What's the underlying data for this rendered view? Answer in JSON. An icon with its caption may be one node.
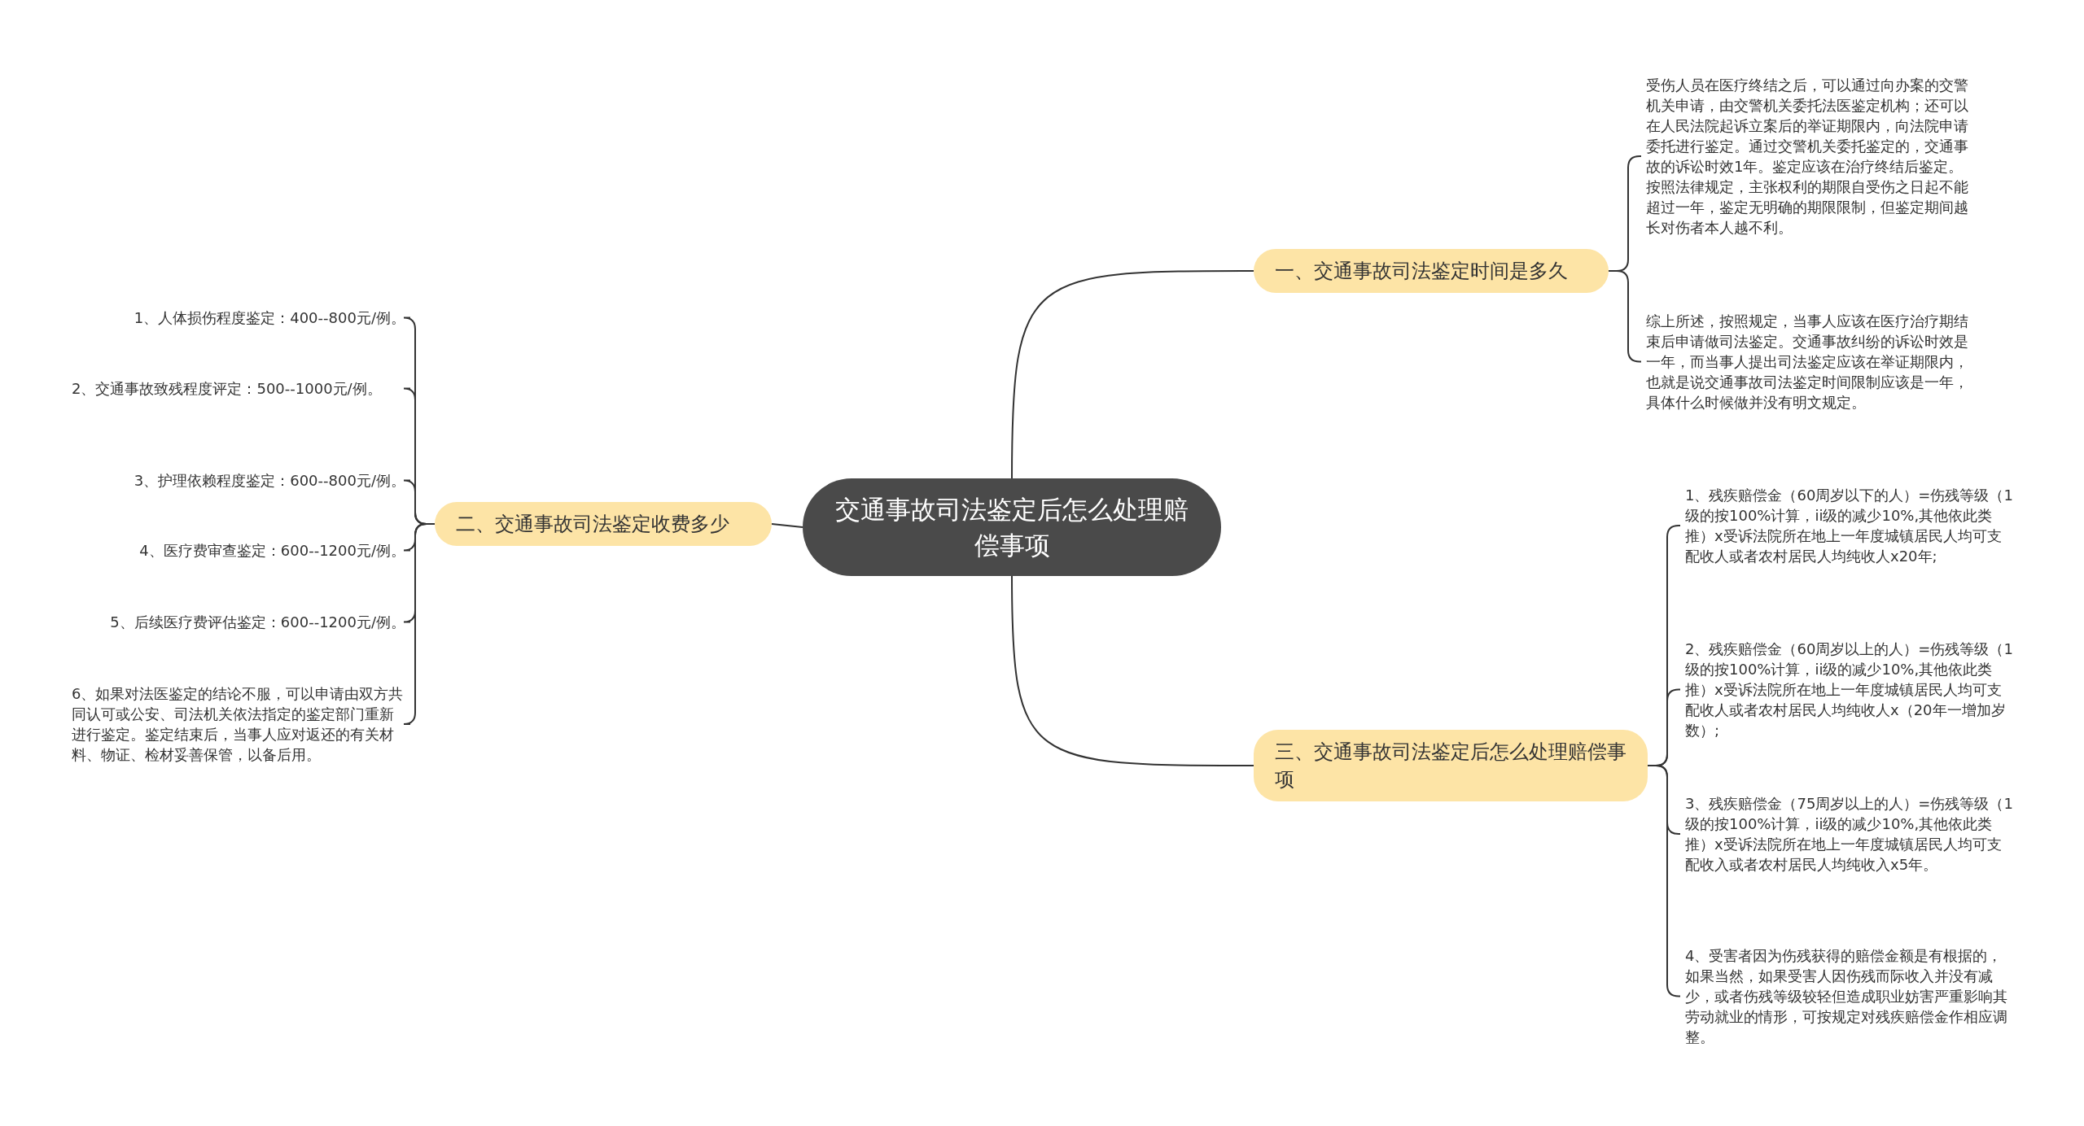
{
  "diagram": {
    "nodes": [
      {
        "text": [
          "交通事故司法鉴定后怎么处理赔偿事项"
        ]
      },
      {
        "text": [
          "一、交通事故司法鉴定时间是多久"
        ]
      },
      {
        "text": [
          "受伤人员在医疗终结之后，可以通过向办案的交警机关申请，由交警机关委托法医鉴定机构；还可以在人民法院起诉立案后的举证期限内，向法院申请委托进行鉴定。通过交警机关委托鉴定的，交通事故的诉讼时效1年。鉴定应该在治疗终结后鉴定。按照法律规定，主张权利的期限自受伤之日起不能超过一年，鉴定无明确的期限限制，但鉴定期间越长对伤者本人越不利。"
        ]
      },
      {
        "text": [
          "综上所述，按照规定，当事人应该在医疗治疗期结束后申请做司法鉴定。交通事故纠纷的诉讼时效是一年，而当事人提出司法鉴定应该在举证期限内，也就是说交通事故司法鉴定时间限制应该是一年，具体什么时候做并没有明文规定。"
        ]
      },
      {
        "text": [
          "二、交通事故司法鉴定收费多少"
        ]
      },
      {
        "text": [
          "1、人体损伤程度鉴定：400--800元/例。"
        ]
      },
      {
        "text": [
          "2、交通事故致残程度评定：500--1000元/例。"
        ]
      },
      {
        "text": [
          "3、护理依赖程度鉴定：600--800元/例。"
        ]
      },
      {
        "text": [
          "4、医疗费审查鉴定：600--1200元/例。"
        ]
      },
      {
        "text": [
          "5、后续医疗费评估鉴定：600--1200元/例。"
        ]
      },
      {
        "text": [
          "6、如果对法医鉴定的结论不服，可以申请由双方共同认可或公安、司法机关依法指定的鉴定部门重新进行鉴定。鉴定结束后，当事人应对返还的有关材料、物证、检材妥善保管，以备后用。"
        ]
      },
      {
        "text": [
          "三、交通事故司法鉴定后怎么处理赔偿事项"
        ]
      },
      {
        "text": [
          "1、残疾赔偿金（60周岁以下的人）=伤残等级（1级的按100%计算，ii级的减少10%,其他依此类推）x受诉法院所在地上一年度城镇居民人均可支配收人或者农村居民人均纯收人x20年;"
        ]
      },
      {
        "text": [
          "2、残疾赔偿金（60周岁以上的人）=伤残等级（1级的按100%计算，ii级的减少10%,其他依此类推）x受诉法院所在地上一年度城镇居民人均可支配收人或者农村居民人均纯收人x（20年一增加岁数）;"
        ]
      },
      {
        "text": [
          "3、残疾赔偿金（75周岁以上的人）=伤残等级（1级的按100%计算，ii级的减少10%,其他依此类推）x受诉法院所在地上一年度城镇居民人均可支配收入或者农村居民人均纯收入x5年。"
        ]
      },
      {
        "text": [
          "4、受害者因为伤残获得的赔偿金额是有根据的，如果当然，如果受害人因伤残而际收入并没有减少，或者伤残等级较轻但造成职业妨害严重影响其劳动就业的情形，可按规定对残疾赔偿金作相应调整。"
        ]
      }
    ],
    "edges": [
      {
        "from": 0,
        "to": 1,
        "arrow": "none"
      },
      {
        "from": 1,
        "to": 2,
        "arrow": "none"
      },
      {
        "from": 1,
        "to": 3,
        "arrow": "none"
      },
      {
        "from": 0,
        "to": 4,
        "arrow": "none"
      },
      {
        "from": 4,
        "to": 5,
        "arrow": "none"
      },
      {
        "from": 4,
        "to": 6,
        "arrow": "none"
      },
      {
        "from": 4,
        "to": 7,
        "arrow": "none"
      },
      {
        "from": 4,
        "to": 8,
        "arrow": "none"
      },
      {
        "from": 4,
        "to": 9,
        "arrow": "none"
      },
      {
        "from": 4,
        "to": 10,
        "arrow": "none"
      },
      {
        "from": 0,
        "to": 11,
        "arrow": "none"
      },
      {
        "from": 11,
        "to": 12,
        "arrow": "none"
      },
      {
        "from": 11,
        "to": 13,
        "arrow": "none"
      },
      {
        "from": 11,
        "to": 14,
        "arrow": "none"
      },
      {
        "from": 11,
        "to": 15,
        "arrow": "none"
      }
    ]
  }
}
